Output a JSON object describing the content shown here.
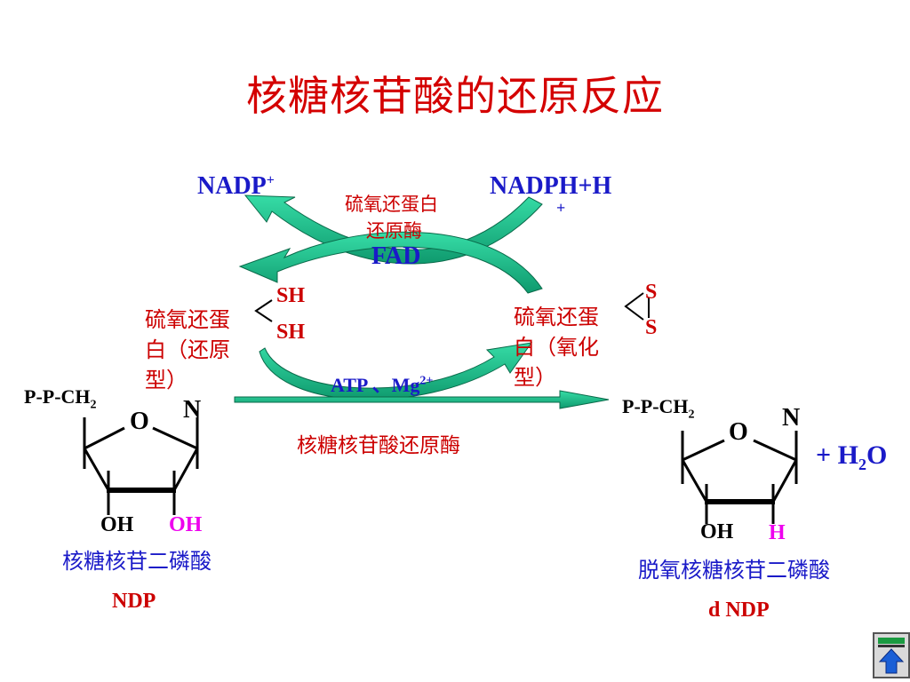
{
  "title": "核糖核苷酸的还原反应",
  "cycle": {
    "nadp": "NADP",
    "nadp_sup": "+",
    "nadph": "NADPH+H",
    "nadph_plus": "+",
    "enzyme_line1": "硫氧还蛋白",
    "enzyme_line2": "还原酶",
    "cofactor": "FAD",
    "reduced_label": [
      "硫氧还蛋",
      "白（还原",
      "型）"
    ],
    "reduced_groups": [
      "SH",
      "SH"
    ],
    "oxidized_label": [
      "硫氧还蛋",
      "白（氧化",
      "型）"
    ],
    "oxidized_groups": [
      "S",
      "S"
    ]
  },
  "reaction": {
    "cofactors": "ATP 、Mg",
    "cofactors_sup": "2+",
    "enzyme": "核糖核苷酸还原酶"
  },
  "left_molecule": {
    "phosphate": "P-P-CH",
    "phosphate_sub": "2",
    "ring_o": "O",
    "base_n": "N",
    "oh_3": "OH",
    "oh_2": "OH",
    "name": "核糖核苷二磷酸",
    "abbr": "NDP"
  },
  "right_molecule": {
    "phosphate": "P-P-CH",
    "phosphate_sub": "2",
    "ring_o": "O",
    "base_n": "N",
    "oh_3": "OH",
    "h_2": "H",
    "name": "脱氧核糖核苷二磷酸",
    "abbr": "d NDP",
    "byproduct_plus": "+",
    "water": "H",
    "water_sub": "2",
    "water_o": "O"
  },
  "colors": {
    "title": "#d40000",
    "blue_text": "#1a1ac8",
    "arrow_fill": "#1fbf8c",
    "highlight": "#ee00ee"
  },
  "nav": {
    "icon": "home-up-icon"
  }
}
